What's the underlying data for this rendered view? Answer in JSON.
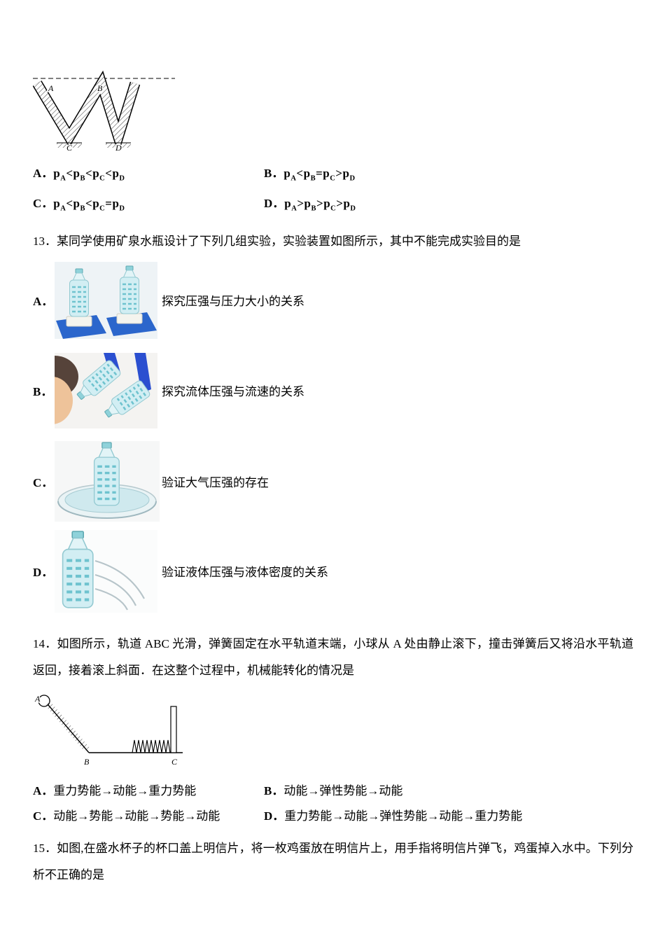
{
  "figures": {
    "q12_diagram": {
      "name": "w-shaped-channel-with-points",
      "labels": {
        "a": "A",
        "b": "B",
        "c": "C",
        "d": "D"
      }
    },
    "q13_photos": [
      "two-bottles-on-sponge-photo",
      "blowing-between-hanging-bottles-photo",
      "bottle-standing-in-water-dish-photo",
      "bottle-with-holes-spraying-water-photo"
    ],
    "q14_diagram": {
      "name": "incline-track-with-spring",
      "labels": {
        "a": "A",
        "b": "B",
        "c": "C"
      }
    }
  },
  "q12": {
    "options": [
      {
        "label": "A．",
        "formula": "p_A<p_B<p_C<p_D"
      },
      {
        "label": "B．",
        "formula": "p_A<p_B=p_C>p_D"
      },
      {
        "label": "C．",
        "formula": "p_A<p_B<p_C=p_D"
      },
      {
        "label": "D．",
        "formula": "p_A>p_B>p_C>p_D"
      }
    ]
  },
  "q13": {
    "stem": "13．某同学使用矿泉水瓶设计了下列几组实验，实验装置如图所示，其中不能完成实验目的是",
    "options": [
      {
        "label": "A．",
        "caption": "探究压强与压力大小的关系",
        "image": "two-bottles-on-sponge-photo"
      },
      {
        "label": "B．",
        "caption": "探究流体压强与流速的关系",
        "image": "blowing-between-hanging-bottles-photo"
      },
      {
        "label": "C．",
        "caption": "验证大气压强的存在",
        "image": "bottle-standing-in-water-dish-photo"
      },
      {
        "label": "D．",
        "caption": "验证液体压强与液体密度的关系",
        "image": "bottle-with-holes-spraying-water-photo"
      }
    ]
  },
  "q14": {
    "stem": "14．如图所示，轨道 ABC 光滑，弹簧固定在水平轨道末端，小球从 A 处由静止滚下，撞击弹簧后又将沿水平轨道返回，接着滚上斜面．在这整个过程中，机械能转化的情况是",
    "options": [
      {
        "label": "A．",
        "text": "重力势能→动能→重力势能"
      },
      {
        "label": "B．",
        "text": "动能→弹性势能→动能"
      },
      {
        "label": "C．",
        "text": "动能→势能→动能→势能→动能"
      },
      {
        "label": "D．",
        "text": "重力势能→动能→弹性势能→动能→重力势能"
      }
    ]
  },
  "q15": {
    "stem": "15．如图,在盛水杯子的杯口盖上明信片，将一枚鸡蛋放在明信片上，用手指将明信片弹飞，鸡蛋掉入水中。下列分析不正确的是"
  },
  "colors": {
    "ink": "#000000",
    "bottle_fill": "#d2eef3",
    "tray_blue": "#2b66cc",
    "strap_blue": "#2b4fd0"
  }
}
